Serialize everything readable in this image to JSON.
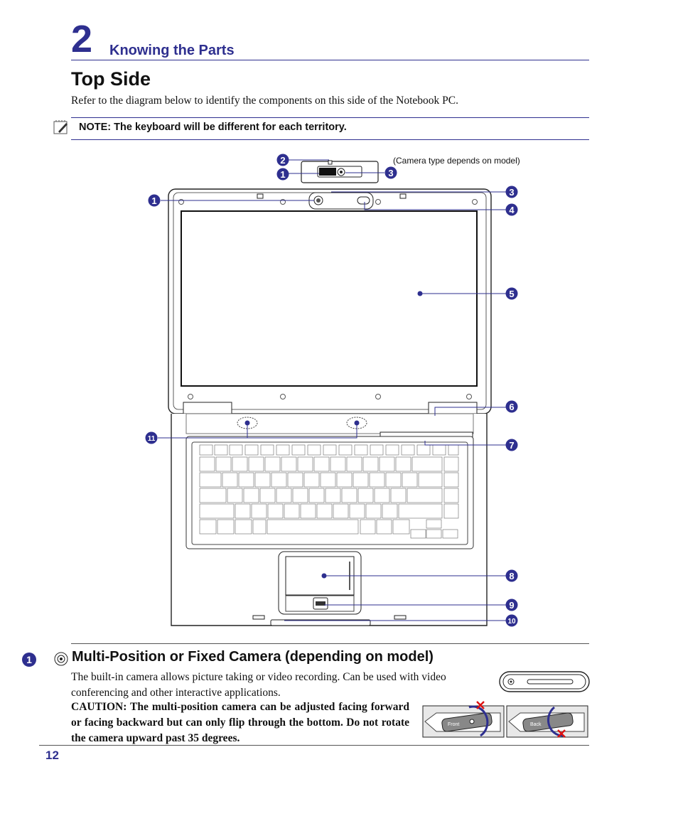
{
  "header": {
    "chapter_number": "2",
    "chapter_title": "Knowing the Parts"
  },
  "page_title": "Top Side",
  "intro": "Refer to the diagram below to identify the components on this side of the Notebook PC.",
  "note": "NOTE: The keyboard will be different for each territory.",
  "diagram": {
    "camera_note": "(Camera type depends on model)",
    "callouts": [
      "1",
      "2",
      "3",
      "4",
      "5",
      "6",
      "7",
      "8",
      "9",
      "10",
      "11"
    ]
  },
  "section": {
    "number": "1",
    "title": "Multi-Position or Fixed Camera (depending on model)",
    "body": "The built-in camera allows picture taking or video recording. Can be used with video conferencing and other interactive applications.",
    "caution": "CAUTION: The multi-position camera can be adjusted facing forward or facing backward but can only flip through the bottom. Do not rotate the camera upward past 35 degrees.",
    "label_front": "Front",
    "label_back": "Back"
  },
  "footer": {
    "page_number": "12"
  },
  "colors": {
    "accent": "#2e2f8f",
    "callout": "#2e2f8f"
  }
}
